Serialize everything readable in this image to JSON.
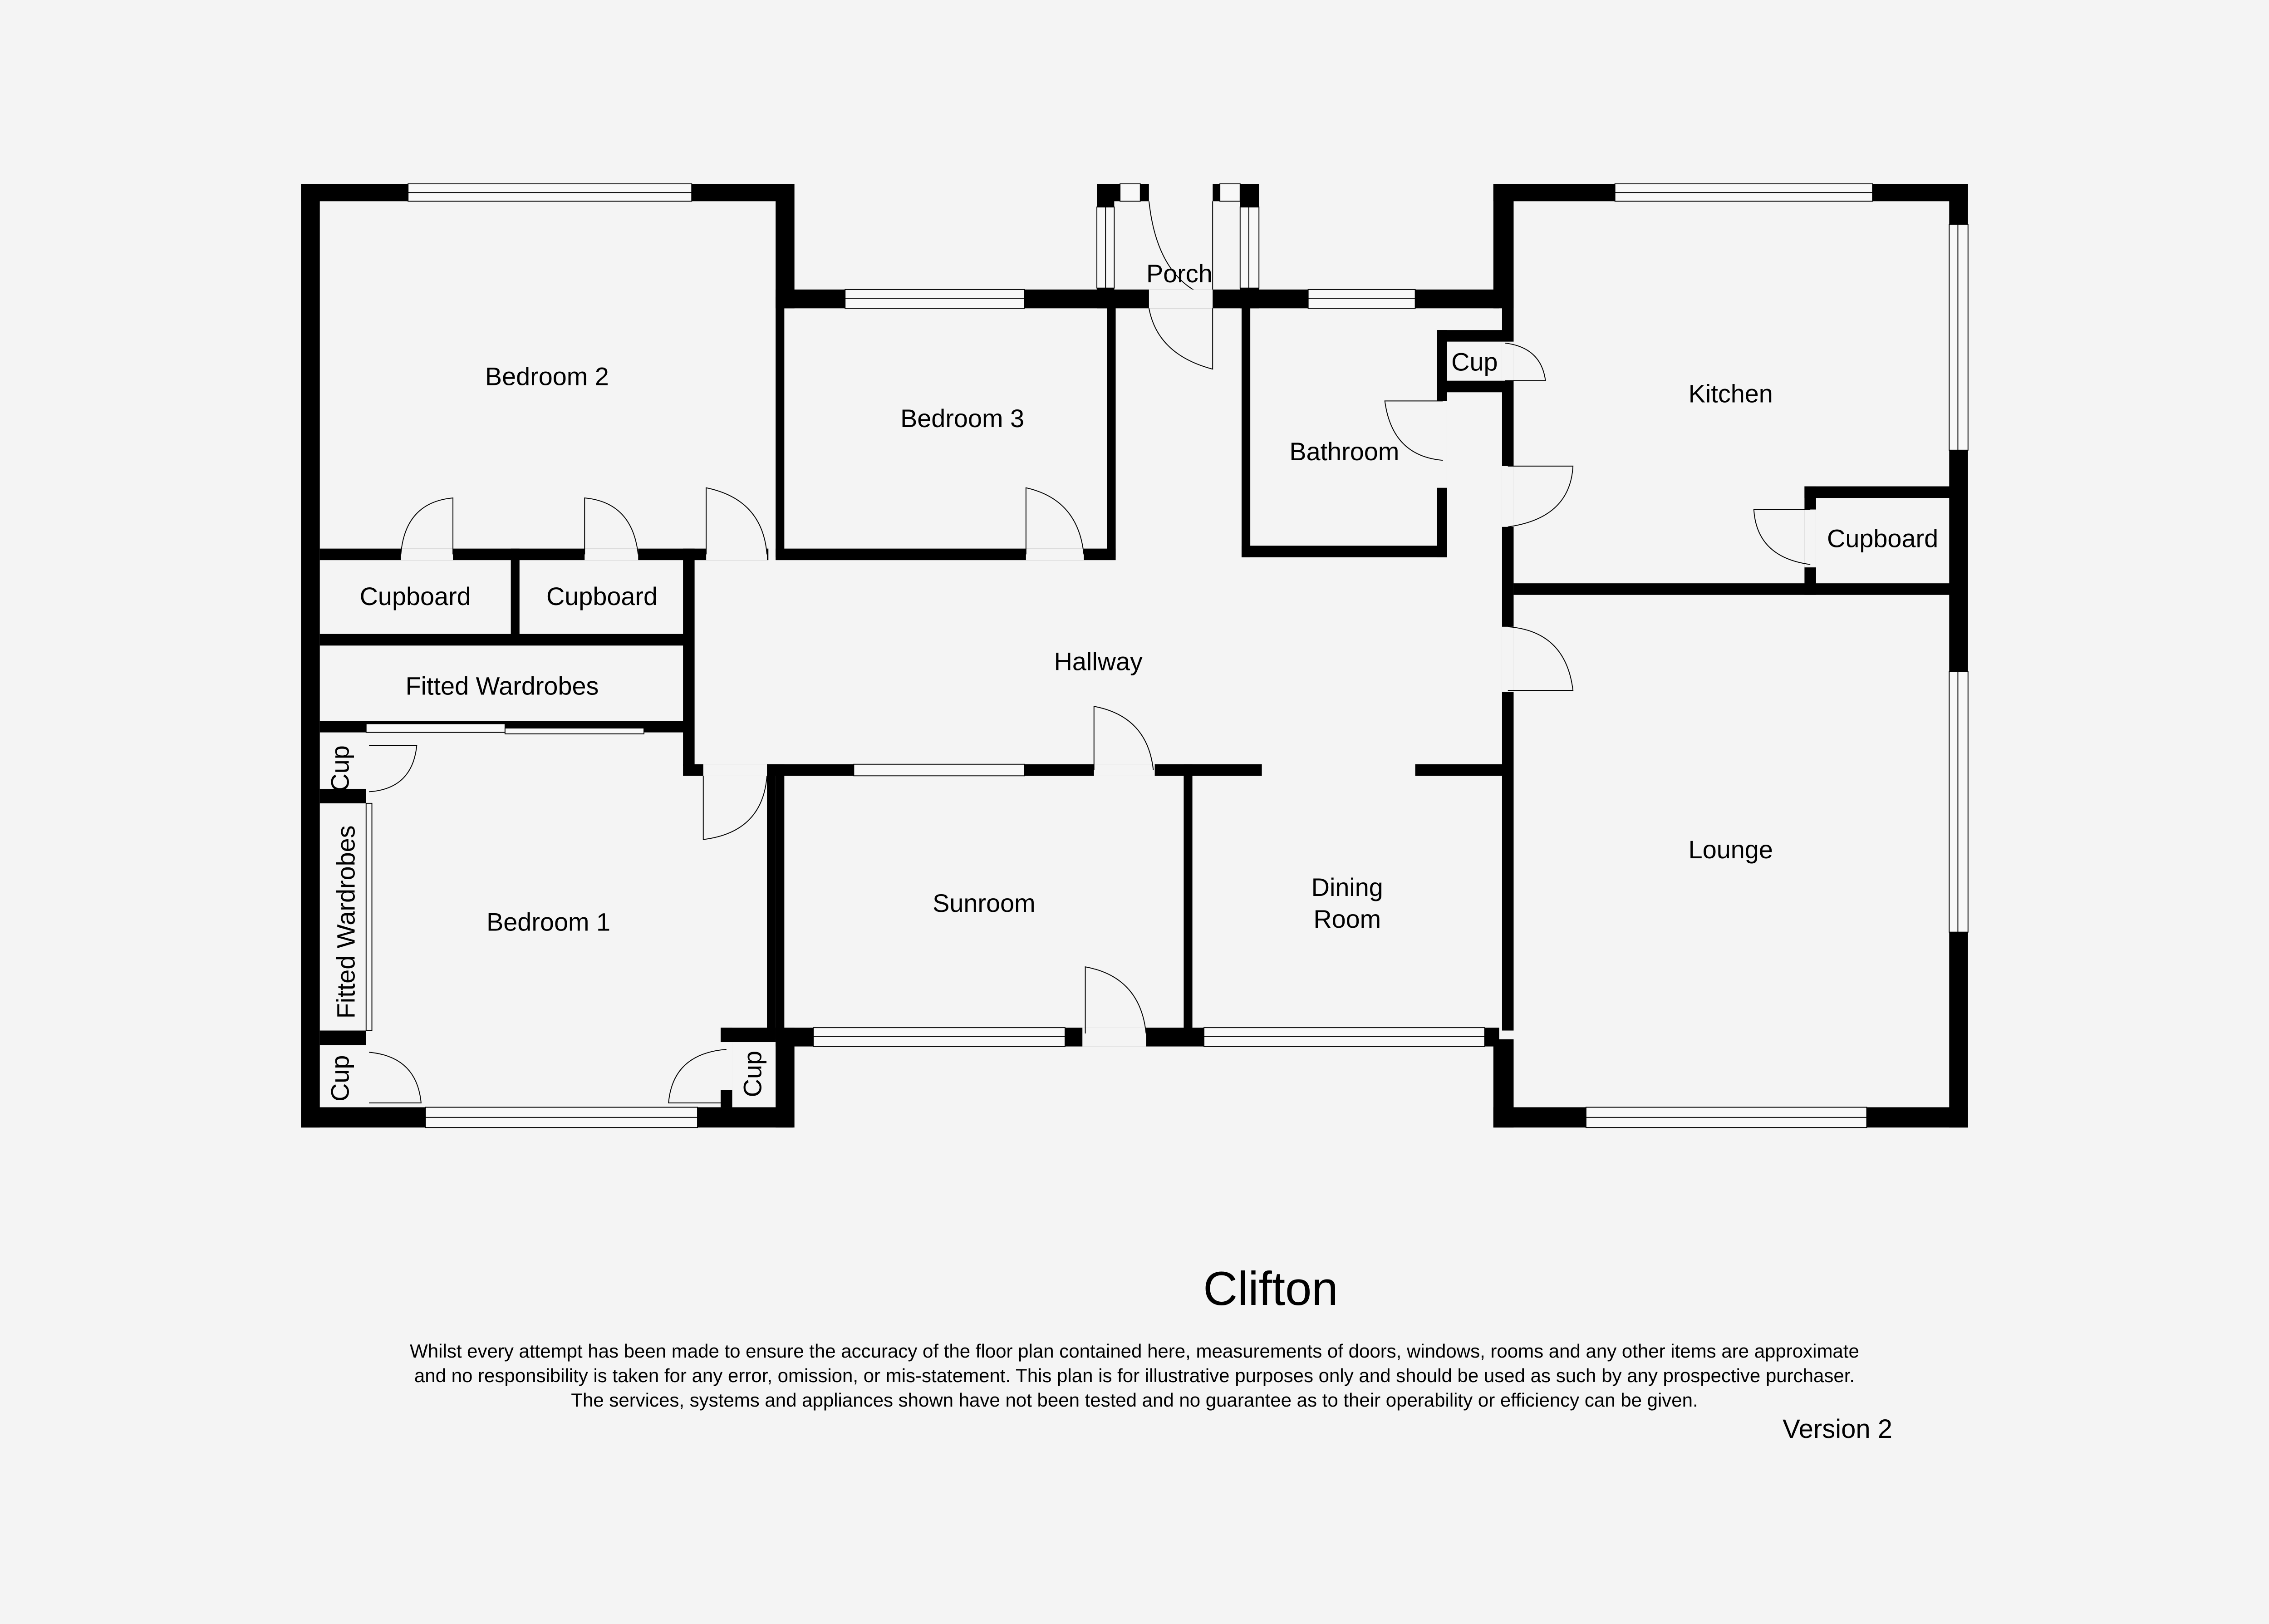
{
  "plan": {
    "title": "Clifton",
    "version": "Version 2",
    "disclaimer": [
      "Whilst every attempt has been made to ensure the accuracy of the floor plan contained here, measurements of doors, windows, rooms and any other items are approximate",
      "and no responsibility is taken for any error, omission, or mis-statement. This plan is for illustrative purposes only and should be used as such by any prospective purchaser.",
      "The services, systems and appliances shown have not been tested and no guarantee as to their operability or efficiency can be given."
    ]
  },
  "rooms": {
    "bedroom2": "Bedroom 2",
    "bedroom3": "Bedroom 3",
    "porch": "Porch",
    "bathroom": "Bathroom",
    "bath_cup": "Cup",
    "kitchen": "Kitchen",
    "kitchen_cupboard": "Cupboard",
    "cupboard_left": "Cupboard",
    "cupboard_right": "Cupboard",
    "fitted_wardrobes_h": "Fitted Wardrobes",
    "fitted_wardrobes_v": "Fitted Wardrobes",
    "hallway": "Hallway",
    "bed1_cup_top": "Cup",
    "bed1_cup_bottom_left": "Cup",
    "bed1_cup_bottom_right": "Cup",
    "bedroom1": "Bedroom 1",
    "sunroom": "Sunroom",
    "dining_line1": "Dining",
    "dining_line2": "Room",
    "lounge": "Lounge"
  }
}
